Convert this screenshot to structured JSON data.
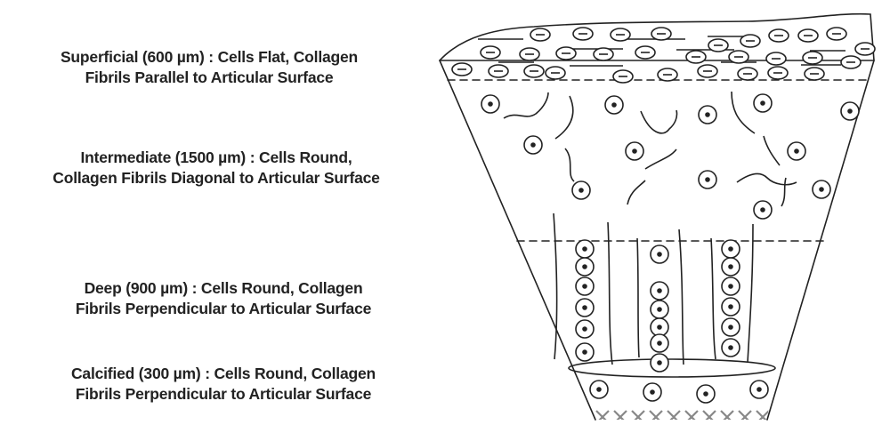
{
  "zones": [
    {
      "key": "superficial",
      "line1": "Superficial (600 µm) : Cells Flat, Collagen",
      "line2": "Fibrils Parallel to Articular Surface"
    },
    {
      "key": "intermediate",
      "line1": "Intermediate (1500 µm) : Cells Round,",
      "line2": "Collagen Fibrils Diagonal to Articular Surface"
    },
    {
      "key": "deep",
      "line1": "Deep (900 µm) : Cells Round, Collagen",
      "line2": "Fibrils Perpendicular to Articular Surface"
    },
    {
      "key": "calcified",
      "line1": "Calcified (300 µm) : Cells Round, Collagen",
      "line2": "Fibrils Perpendicular to Articular Surface"
    }
  ],
  "colors": {
    "line": "#222222",
    "text": "#222222"
  },
  "icons": {
    "flat_cell": "flattened-chondrocyte-icon",
    "round_cell": "round-chondrocyte-icon",
    "subchondral_bone": "cross-hatch"
  }
}
